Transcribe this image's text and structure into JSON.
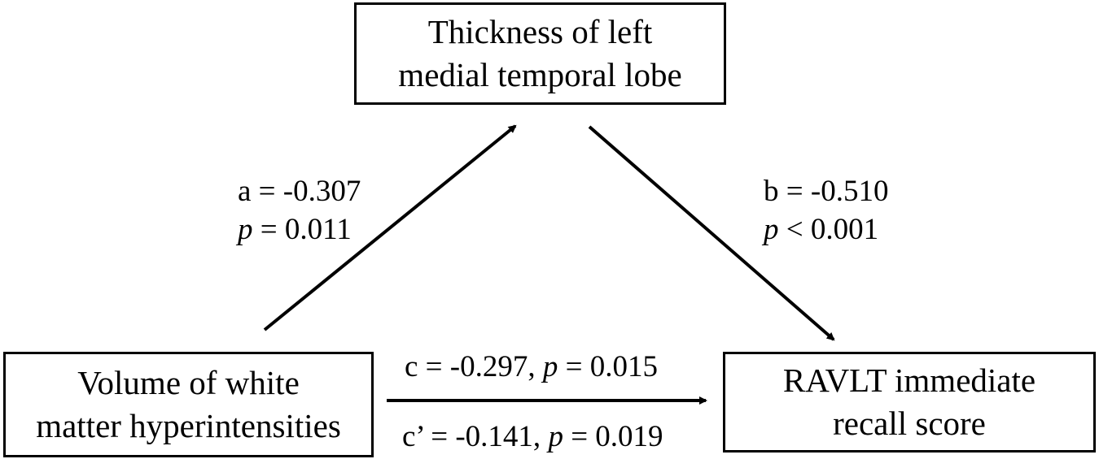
{
  "nodes": {
    "mediator": {
      "line1": "Thickness of left",
      "line2": "medial temporal lobe"
    },
    "predictor": {
      "line1": "Volume of white",
      "line2": "matter hyperintensities"
    },
    "outcome": {
      "line1": "RAVLT immediate",
      "line2": "recall score"
    }
  },
  "paths": {
    "a": {
      "coef": "a = -0.307",
      "p_symbol": "p",
      "p_text": " = 0.011"
    },
    "b": {
      "coef": "b = -0.510",
      "p_symbol": "p",
      "p_text": " < 0.001"
    },
    "c": {
      "coef": "c = -0.297, ",
      "p_symbol": "p",
      "p_text": " = 0.015"
    },
    "c_prime": {
      "coef": "c’ = -0.141, ",
      "p_symbol": "p",
      "p_text": " = 0.019"
    }
  },
  "colors": {
    "stroke": "#000000",
    "background": "#ffffff"
  }
}
